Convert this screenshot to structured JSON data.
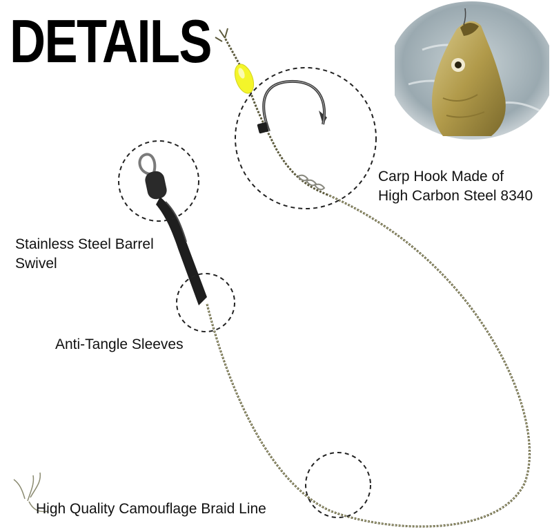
{
  "title": "DETAILS",
  "labels": {
    "hook_line1": "Carp Hook Made of",
    "hook_line2": "High Carbon Steel 8340",
    "swivel_line1": "Stainless Steel Barrel",
    "swivel_line2": "Swivel",
    "sleeve": "Anti-Tangle Sleeves",
    "braid": "High Quality Camouflage Braid Line"
  },
  "colors": {
    "bead": "#f4f52a",
    "sleeve": "#1e1e1e",
    "braid": "#5c5a3c",
    "water": "#9aa9b0",
    "fish": "#b9a85a"
  }
}
